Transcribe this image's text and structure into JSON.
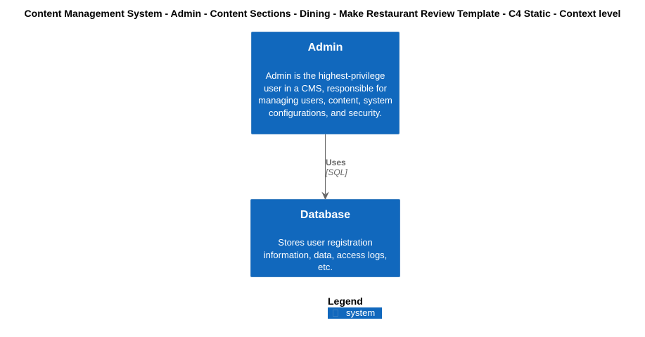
{
  "title": "Content Management System - Admin - Content Sections - Dining - Make Restaurant Review Template - C4 Static - Context level",
  "nodes": {
    "admin": {
      "name": "Admin",
      "description": "Admin is the highest-privilege user in a CMS, responsible for managing users, content, system configurations, and security."
    },
    "database": {
      "name": "Database",
      "description": "Stores user registration information, data, access logs, etc."
    }
  },
  "relationship": {
    "label": "Uses",
    "technology": "[SQL]"
  },
  "legend": {
    "title": "Legend",
    "items": [
      {
        "label": "system"
      }
    ]
  },
  "colors": {
    "system_fill": "#1168BD",
    "system_border": "#3C7FC0",
    "edge": "#666666"
  }
}
